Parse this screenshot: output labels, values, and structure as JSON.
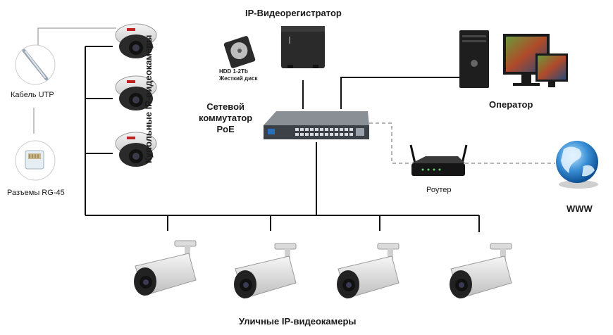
{
  "labels": {
    "dvr": "IP-Видеорегистратор",
    "hdd_line1": "HDD 1-2Tb",
    "hdd_line2": "Жесткий диск",
    "switch_line1": "Сетевой",
    "switch_line2": "коммутатор",
    "switch_line3": "PoE",
    "operator": "Оператор",
    "router": "Роутер",
    "www": "WWW",
    "street_cameras": "Уличные IP-видеокамеры",
    "dome_cameras": "Купольные IP-видеокамеры",
    "cable": "Кабель UTP",
    "connectors": "Разъемы RG-45"
  },
  "colors": {
    "line": "#111111",
    "dashed_line": "#9a9a9a",
    "device_dark": "#222222",
    "camera_white": "#e6e6e6",
    "globe": "#3a8fd6"
  }
}
